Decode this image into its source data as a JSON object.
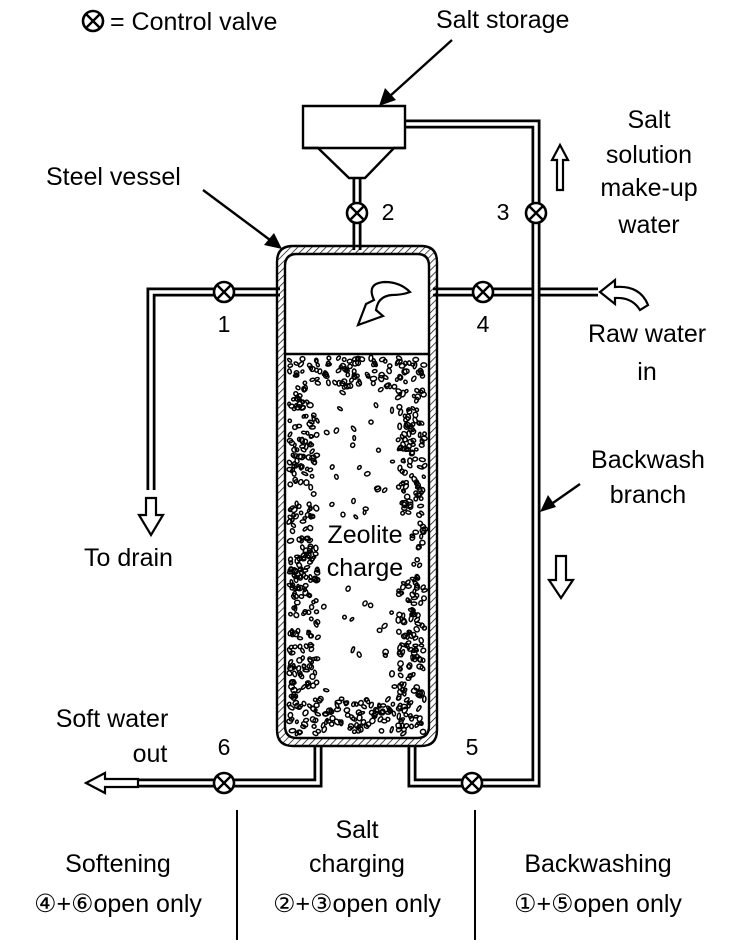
{
  "legend": {
    "symbol": "⊗",
    "text": "= Control valve"
  },
  "labels": {
    "salt_storage": "Salt storage",
    "salt_solution_line1": "Salt",
    "salt_solution_line2": "solution",
    "salt_solution_line3": "make-up",
    "salt_solution_line4": "water",
    "steel_vessel": "Steel vessel",
    "raw_water_line1": "Raw water",
    "raw_water_line2": "in",
    "backwash_line1": "Backwash",
    "backwash_line2": "branch",
    "to_drain": "To drain",
    "zeolite_line1": "Zeolite",
    "zeolite_line2": "charge",
    "soft_water_line1": "Soft water",
    "soft_water_line2": "out"
  },
  "valves": [
    "1",
    "2",
    "3",
    "4",
    "5",
    "6"
  ],
  "modes": {
    "softening_title": "Softening",
    "softening_detail": "④+⑥open only",
    "salt_charging_title_line1": "Salt",
    "salt_charging_title_line2": "charging",
    "salt_charging_detail": "②+③open only",
    "backwashing_title": "Backwashing",
    "backwashing_detail": "①+⑤open only"
  }
}
